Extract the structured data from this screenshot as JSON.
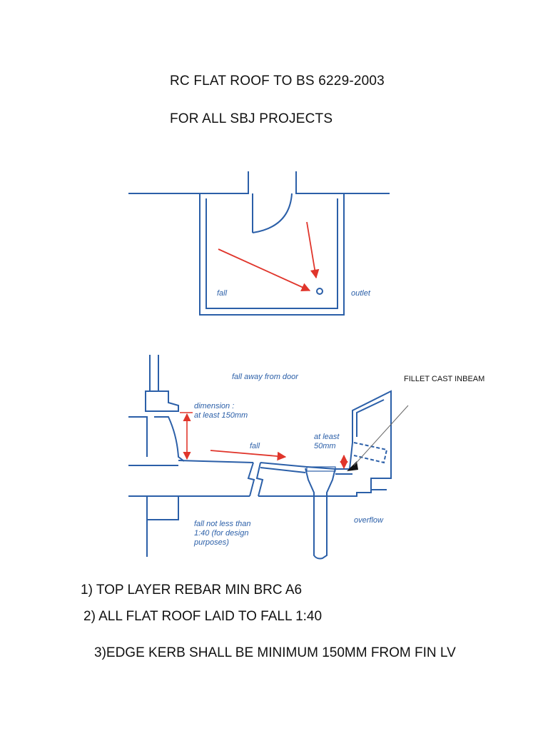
{
  "title": {
    "line1": "RC FLAT ROOF TO BS 6229-2003",
    "line2": "FOR ALL SBJ PROJECTS"
  },
  "plan": {
    "fall_label": "fall",
    "outlet_label": "outlet"
  },
  "section": {
    "fall_away_label": "fall away from door",
    "dimension_label_1": "dimension :",
    "dimension_label_2": "at least 150mm",
    "fall_label": "fall",
    "at_least_label_1": "at least",
    "at_least_label_2": "50mm",
    "fall_not_less_1": "fall not less than",
    "fall_not_less_2": "1:40 (for design",
    "fall_not_less_3": "purposes)",
    "overflow_label": "overflow",
    "fillet_label": "FILLET CAST INBEAM"
  },
  "notes": [
    "1) TOP LAYER REBAR MIN BRC A6",
    "2) ALL FLAT ROOF LAID TO FALL 1:40",
    "3)EDGE KERB SHALL BE MINIMUM 150MM FROM FIN LV"
  ],
  "colors": {
    "line": "#2b5fa8",
    "arrow": "#e0352b",
    "text": "#111111"
  }
}
